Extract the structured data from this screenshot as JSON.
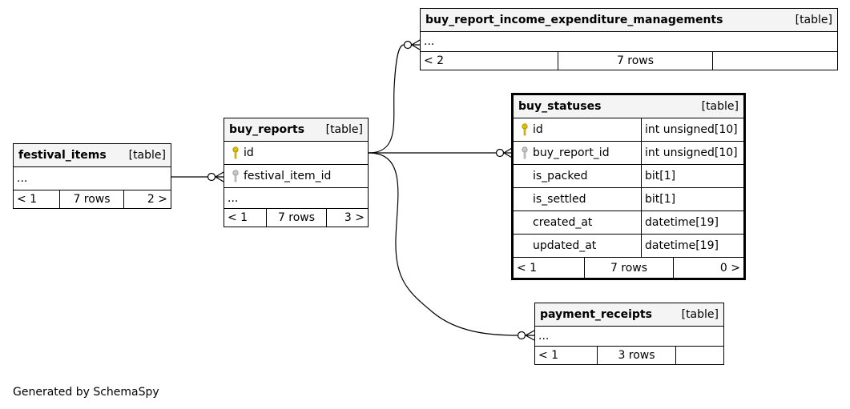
{
  "footer": "Generated by SchemaSpy",
  "colors": {
    "pk_key": "#e0c000",
    "fk_key": "#b0b0b0",
    "header_bg": "#f4f4f4"
  },
  "tables": {
    "festival_items": {
      "name": "festival_items",
      "kind": "[table]",
      "ellipsis": "...",
      "footer": {
        "prev": "< 1",
        "rows": "7 rows",
        "next": "2 >"
      }
    },
    "buy_reports": {
      "name": "buy_reports",
      "kind": "[table]",
      "columns": [
        {
          "name": "id",
          "key": "pk-key-icon"
        },
        {
          "name": "festival_item_id",
          "key": "fk-key-icon"
        }
      ],
      "ellipsis": "...",
      "footer": {
        "prev": "< 1",
        "rows": "7 rows",
        "next": "3 >"
      }
    },
    "buy_report_income": {
      "name": "buy_report_income_expenditure_managements",
      "kind": "[table]",
      "ellipsis": "...",
      "footer": {
        "prev": "< 2",
        "rows": "7 rows",
        "next": ""
      }
    },
    "buy_statuses": {
      "name": "buy_statuses",
      "kind": "[table]",
      "columns": [
        {
          "name": "id",
          "type": "int unsigned[10]",
          "key": "pk-key-icon"
        },
        {
          "name": "buy_report_id",
          "type": "int unsigned[10]",
          "key": "fk-key-icon"
        },
        {
          "name": "is_packed",
          "type": "bit[1]",
          "key": ""
        },
        {
          "name": "is_settled",
          "type": "bit[1]",
          "key": ""
        },
        {
          "name": "created_at",
          "type": "datetime[19]",
          "key": ""
        },
        {
          "name": "updated_at",
          "type": "datetime[19]",
          "key": ""
        }
      ],
      "footer": {
        "prev": "< 1",
        "rows": "7 rows",
        "next": "0 >"
      }
    },
    "payment_receipts": {
      "name": "payment_receipts",
      "kind": "[table]",
      "ellipsis": "...",
      "footer": {
        "prev": "< 1",
        "rows": "3 rows",
        "next": ""
      }
    }
  }
}
